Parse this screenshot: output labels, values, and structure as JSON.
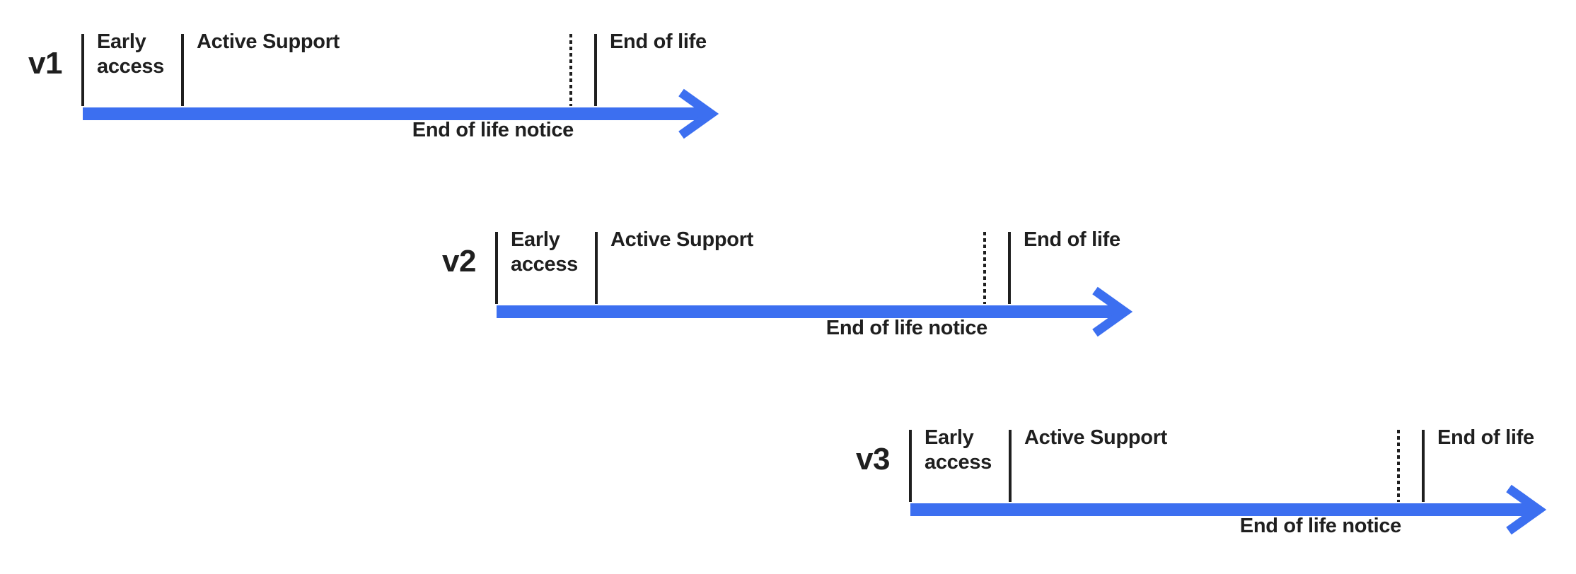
{
  "diagram": {
    "colors": {
      "arrow": "#3c6ff0",
      "ink": "#1f1f1f",
      "background": "#ffffff"
    },
    "timelines": [
      {
        "version": "v1",
        "early_access": "Early\naccess",
        "active_support": "Active Support",
        "end_of_life": "End of life",
        "eol_notice": "End of life notice"
      },
      {
        "version": "v2",
        "early_access": "Early\naccess",
        "active_support": "Active Support",
        "end_of_life": "End of life",
        "eol_notice": "End of life notice"
      },
      {
        "version": "v3",
        "early_access": "Early\naccess",
        "active_support": "Active Support",
        "end_of_life": "End of life",
        "eol_notice": "End of life notice"
      }
    ]
  }
}
